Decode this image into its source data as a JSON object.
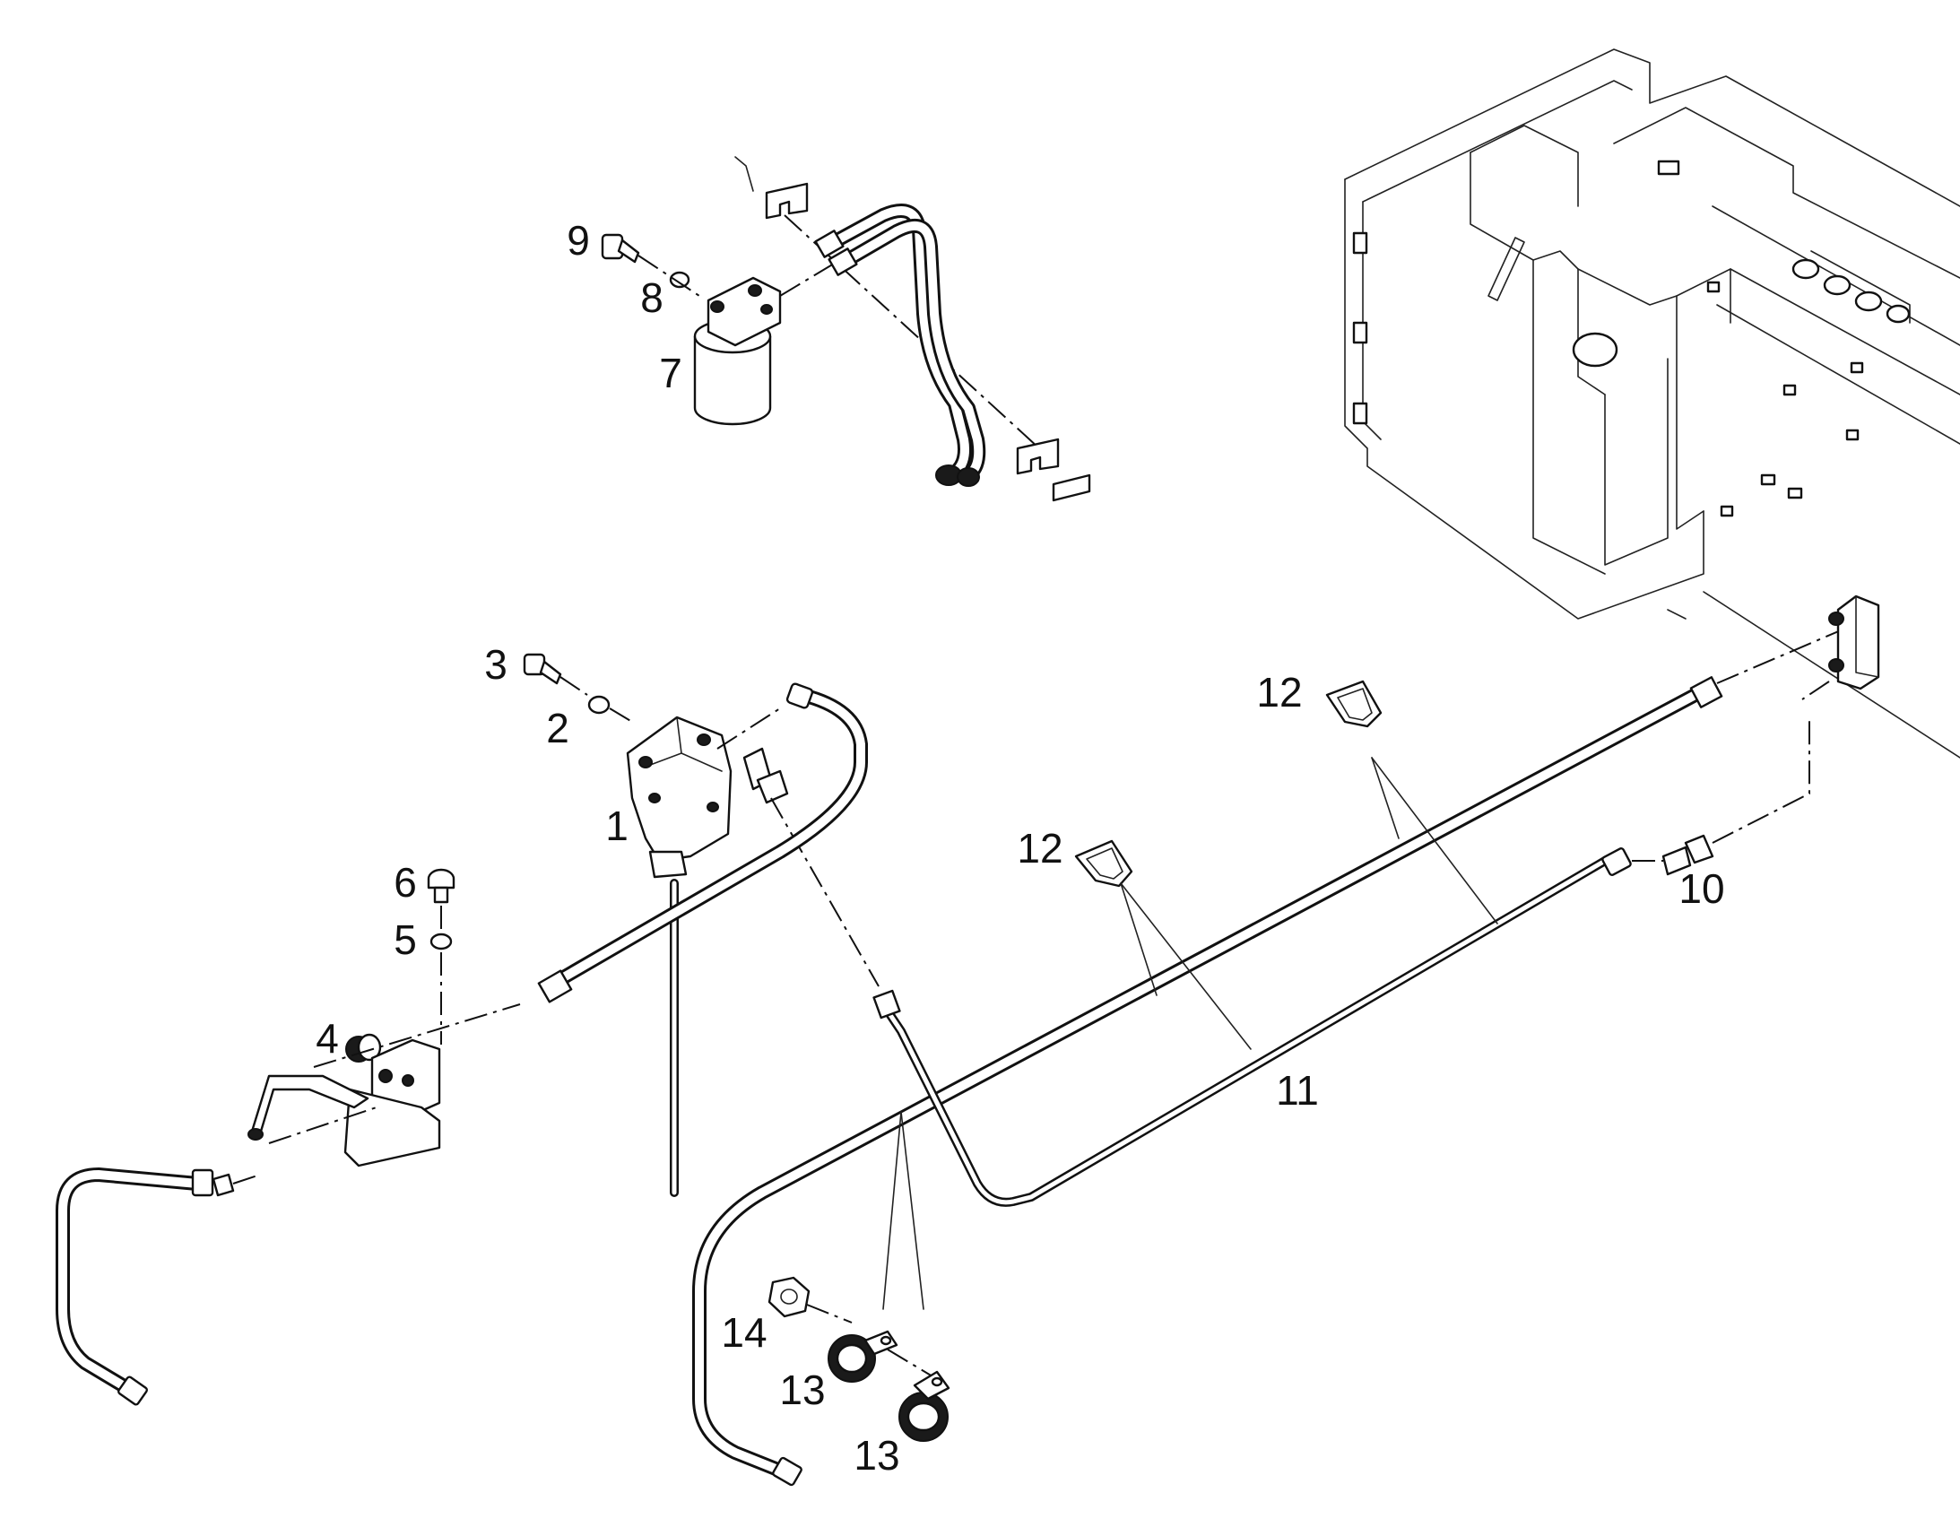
{
  "callouts": {
    "c1": "1",
    "c2": "2",
    "c3": "3",
    "c4": "4",
    "c5": "5",
    "c6": "6",
    "c7": "7",
    "c8": "8",
    "c9": "9",
    "c10": "10",
    "c11": "11",
    "c12a": "12",
    "c12b": "12",
    "c13a": "13",
    "c13b": "13",
    "c14": "14"
  },
  "colors": {
    "ink": "#111111",
    "background": "#ffffff"
  }
}
